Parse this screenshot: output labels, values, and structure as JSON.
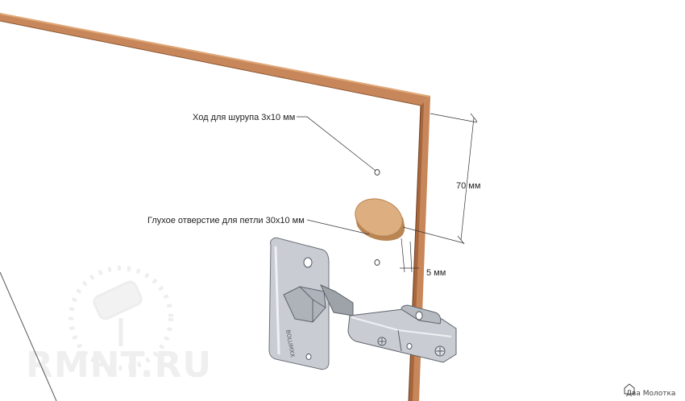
{
  "labels": {
    "screw_hole": "Ход для шурупа 3x10 мм",
    "blind_hole": "Глухое отверстие для петли 30x10 мм",
    "vertical_dim": "70 мм",
    "edge_dim": "5 мм"
  },
  "hinge_engraving": "BOLUMXX",
  "watermark": "RMNT.RU",
  "corner_logo": "Два Молотка",
  "colors": {
    "board_face": "#ffffff",
    "board_edge": "#c8875a",
    "board_edge_dark": "#a8663c",
    "cup_wood": "#dcae80",
    "hinge_steel": "#c9cdd3"
  }
}
